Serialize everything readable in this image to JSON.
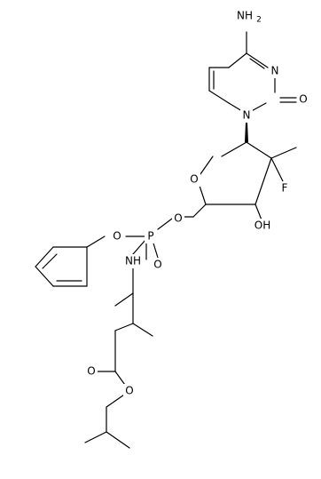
{
  "molecule": {
    "atoms": {
      "amine": "NH",
      "amine_h2": "2",
      "n_ring_top": "N",
      "n_ring_bottom": "N",
      "carbonyl_o": "O",
      "ring_o": "O",
      "fluorine": "F",
      "hydroxyl": "OH",
      "ester_o_link": "O",
      "phosphorus": "P",
      "phos_o_double": "O",
      "phenoxy_o": "O",
      "amide_n": "NH",
      "ester_carbonyl_o": "O",
      "ester_o": "O"
    }
  }
}
